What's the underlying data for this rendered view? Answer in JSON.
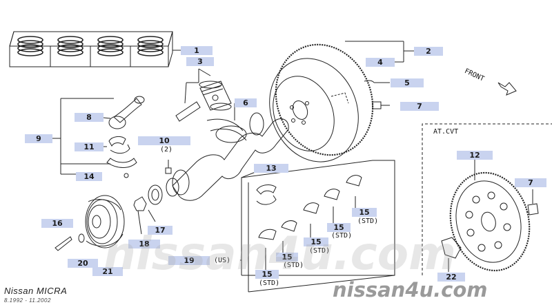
{
  "footer": {
    "model": "Nissan MICRA",
    "dates": "8.1992 - 11.2002"
  },
  "watermark": "nissan4u.com",
  "front_label": "FRONT",
  "section_label": "AT.CVT",
  "notes": {
    "n10_qty": "(2)",
    "std": "(STD)",
    "us": "(US)"
  },
  "callouts": [
    "1",
    "2",
    "3",
    "4",
    "5",
    "6",
    "7",
    "8",
    "9",
    "10",
    "11",
    "12",
    "13",
    "14",
    "15",
    "16",
    "17",
    "18",
    "19",
    "20",
    "21",
    "22"
  ],
  "colors": {
    "label_bg": "#c9d3ef",
    "line": "#222222",
    "watermark": "#9a9a9a"
  }
}
